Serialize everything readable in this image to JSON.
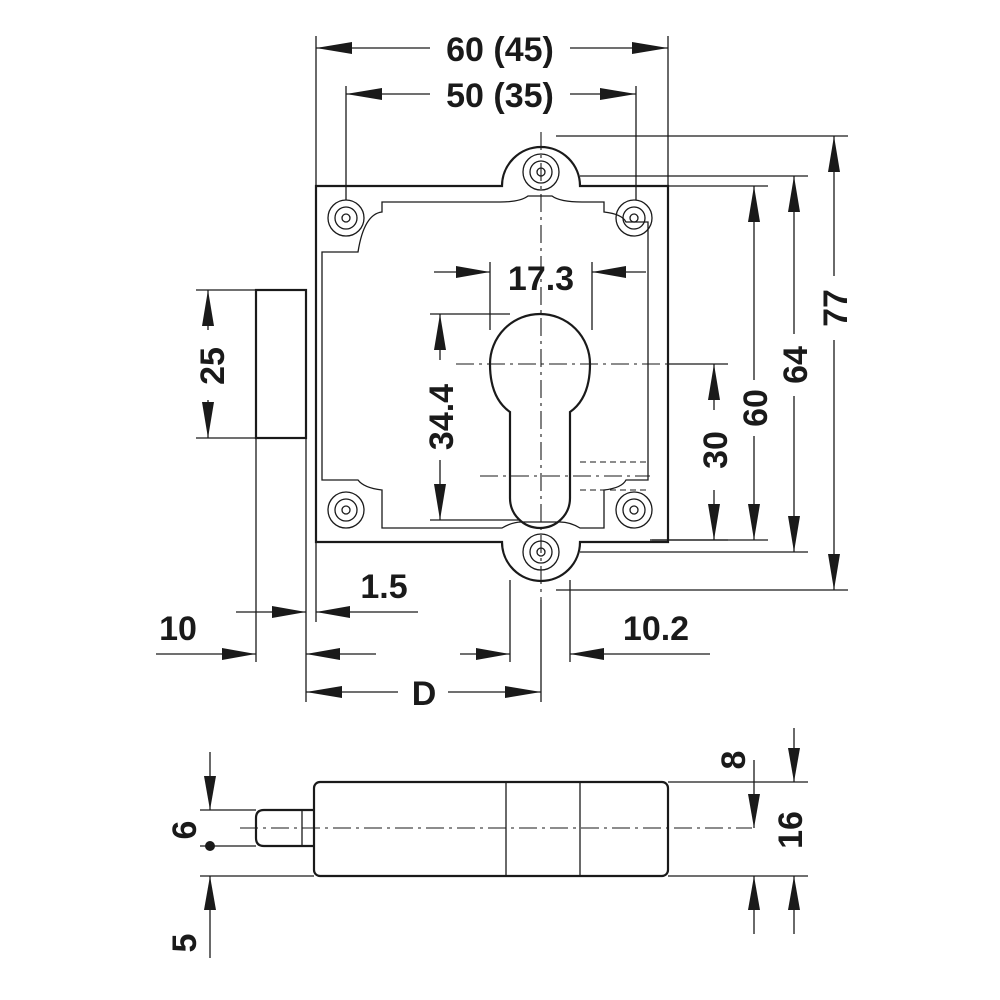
{
  "dimensions": {
    "overall_width": "60 (45)",
    "hole_spacing_width": "50 (35)",
    "keyhole_width": "17.3",
    "keyhole_height": "34.4",
    "bolt_height": "25",
    "keyhole_offset": "30",
    "hole_spacing_height": "60",
    "body_height": "64",
    "overall_height": "77",
    "flange": "1.5",
    "bolt_projection": "10",
    "slot_offset": "10.2",
    "backset": "D",
    "bolt_thickness": "6",
    "bolt_offset": "5",
    "center_offset": "8",
    "body_depth": "16"
  },
  "colors": {
    "line": "#1a1a1a",
    "background": "#ffffff"
  }
}
